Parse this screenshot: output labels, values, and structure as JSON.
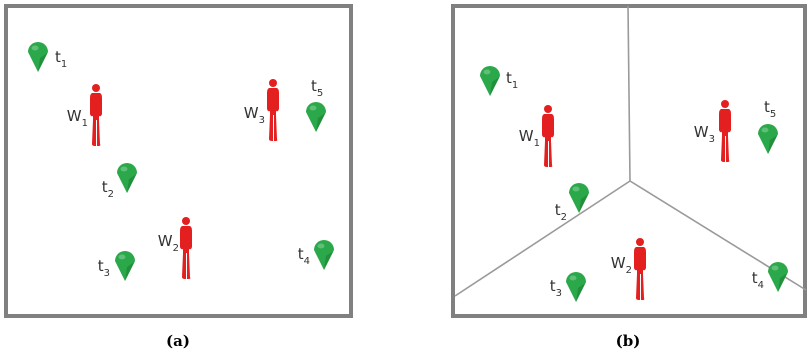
{
  "colors": {
    "frame": "#808080",
    "divider": "#9a9a9a",
    "task_pin": "#2aa84a",
    "task_pin_shade": "#1c7a33",
    "worker": "#e41f1f",
    "label": "#333333"
  },
  "icons": {
    "task": "map-pin-icon",
    "worker": "person-silhouette-icon"
  },
  "panels": [
    {
      "caption": "(a)",
      "tasks": [
        {
          "base": "t",
          "sub": "1"
        },
        {
          "base": "t",
          "sub": "2"
        },
        {
          "base": "t",
          "sub": "3"
        },
        {
          "base": "t",
          "sub": "4"
        },
        {
          "base": "t",
          "sub": "5"
        }
      ],
      "workers": [
        {
          "base": "W",
          "sub": "1"
        },
        {
          "base": "W",
          "sub": "2"
        },
        {
          "base": "W",
          "sub": "3"
        }
      ]
    },
    {
      "caption": "(b)",
      "tasks": [
        {
          "base": "t",
          "sub": "1"
        },
        {
          "base": "t",
          "sub": "2"
        },
        {
          "base": "t",
          "sub": "3"
        },
        {
          "base": "t",
          "sub": "4"
        },
        {
          "base": "t",
          "sub": "5"
        }
      ],
      "workers": [
        {
          "base": "W",
          "sub": "1"
        },
        {
          "base": "W",
          "sub": "2"
        },
        {
          "base": "W",
          "sub": "3"
        }
      ]
    }
  ]
}
